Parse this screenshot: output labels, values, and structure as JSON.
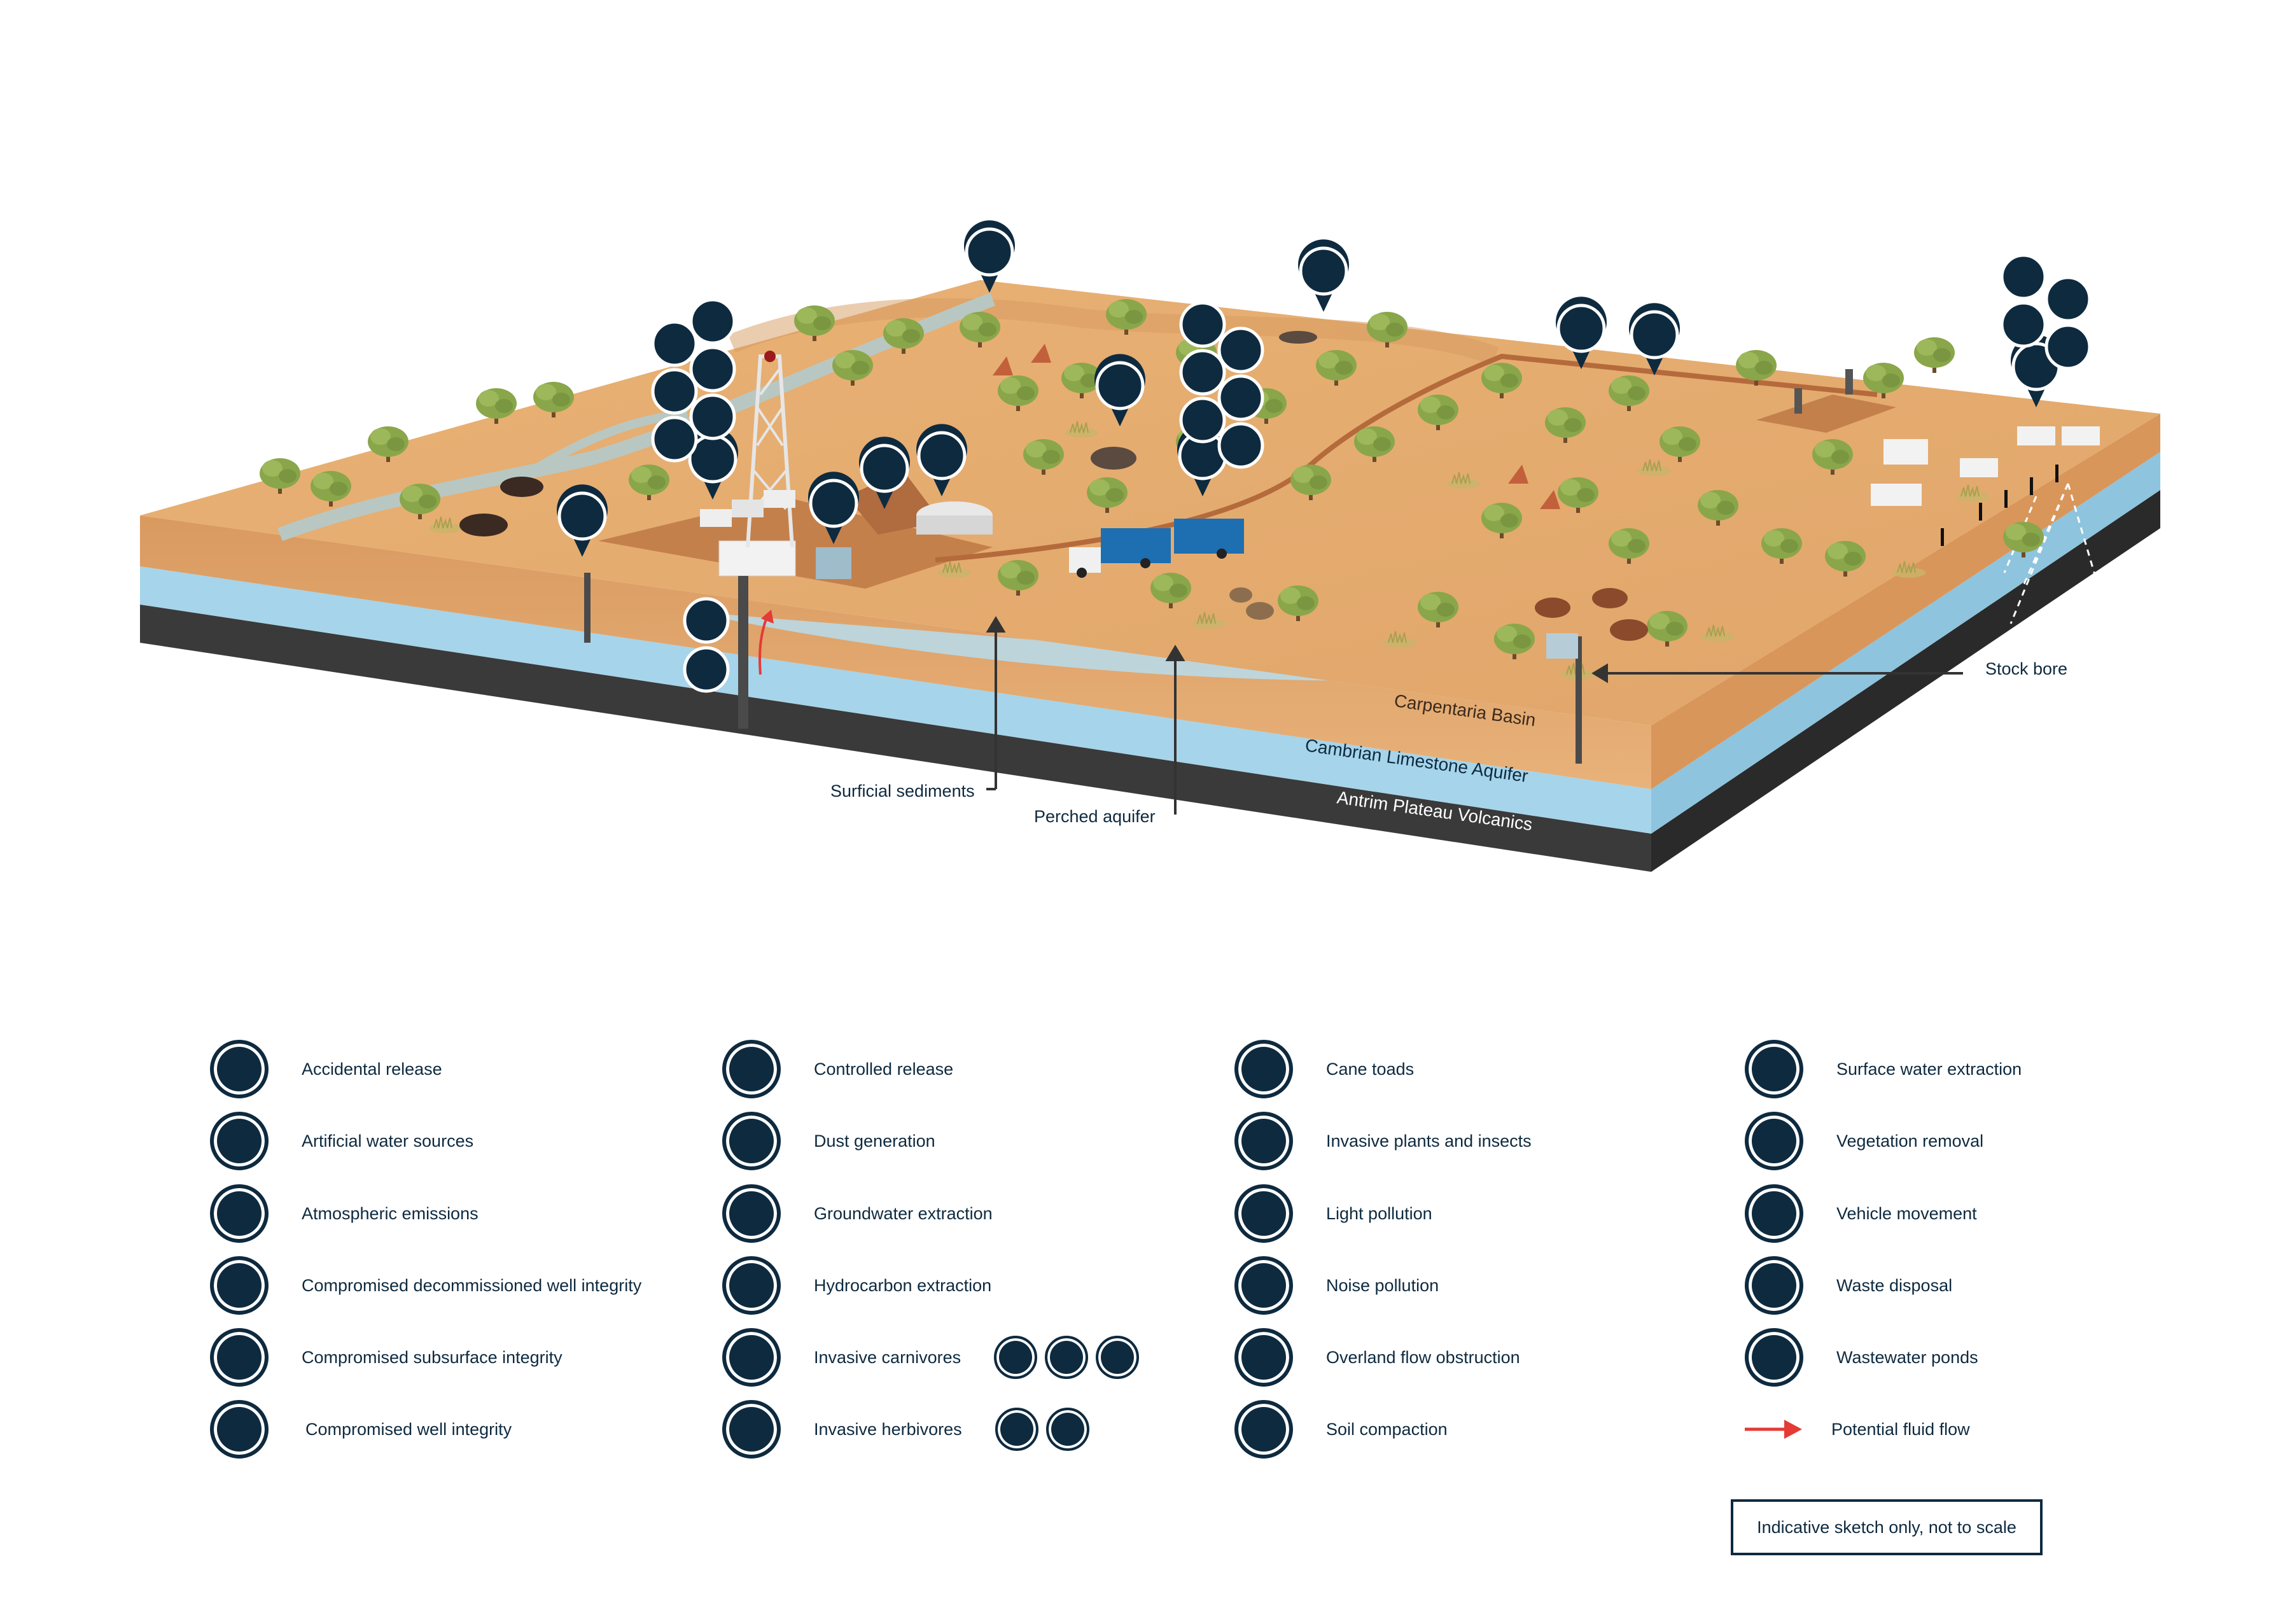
{
  "layers": {
    "carpentaria": "Carpentaria Basin",
    "cambrian": "Cambrian Limestone Aquifer",
    "antrim": "Antrim Plateau Volcanics"
  },
  "callouts": {
    "surficial": "Surficial sediments",
    "perched": "Perched aquifer",
    "stock_bore": "Stock bore"
  },
  "colors": {
    "navy": "#0e2a3f",
    "surface": "#e3a96a",
    "soil": "#c98a55",
    "aquifer": "#9fcfe6",
    "basalt": "#3b3b3b",
    "tree": "#8aa64a",
    "fluid_flow": "#e53a35"
  },
  "legend": {
    "col1": [
      {
        "icon": "accidental-release-icon",
        "label": "Accidental release"
      },
      {
        "icon": "artificial-water-icon",
        "label": "Artificial water sources"
      },
      {
        "icon": "atmospheric-emissions-icon",
        "label": "Atmospheric emissions"
      },
      {
        "icon": "decommissioned-well-icon",
        "label": "Compromised decommissioned well integrity"
      },
      {
        "icon": "subsurface-integrity-icon",
        "label": "Compromised subsurface integrity"
      },
      {
        "icon": "well-integrity-icon",
        "label": "Compromised well integrity"
      }
    ],
    "col2": [
      {
        "icon": "controlled-release-icon",
        "label": "Controlled release"
      },
      {
        "icon": "dust-generation-icon",
        "label": "Dust generation"
      },
      {
        "icon": "groundwater-extraction-icon",
        "label": "Groundwater extraction"
      },
      {
        "icon": "hydrocarbon-extraction-icon",
        "label": "Hydrocarbon extraction"
      },
      {
        "icon": "invasive-carnivores-icon",
        "label": "Invasive carnivores"
      },
      {
        "icon": "invasive-herbivores-icon",
        "label": "Invasive herbivores"
      }
    ],
    "col3": [
      {
        "icon": "cane-toad-icon",
        "label": "Cane toads"
      },
      {
        "icon": "invasive-plants-icon",
        "label": "Invasive plants and insects"
      },
      {
        "icon": "light-pollution-icon",
        "label": "Light pollution"
      },
      {
        "icon": "noise-pollution-icon",
        "label": "Noise pollution"
      },
      {
        "icon": "overland-flow-icon",
        "label": "Overland flow obstruction"
      },
      {
        "icon": "soil-compaction-icon",
        "label": "Soil compaction"
      }
    ],
    "col4": [
      {
        "icon": "surface-water-extraction-icon",
        "label": "Surface water extraction"
      },
      {
        "icon": "vegetation-removal-icon",
        "label": "Vegetation removal"
      },
      {
        "icon": "vehicle-movement-icon",
        "label": "Vehicle movement"
      },
      {
        "icon": "waste-disposal-icon",
        "label": "Waste disposal"
      },
      {
        "icon": "wastewater-ponds-icon",
        "label": "Wastewater ponds"
      },
      {
        "icon": "fluid-flow-arrow-icon",
        "label": "Potential fluid flow"
      }
    ]
  },
  "note": "Indicative sketch only, not to scale"
}
